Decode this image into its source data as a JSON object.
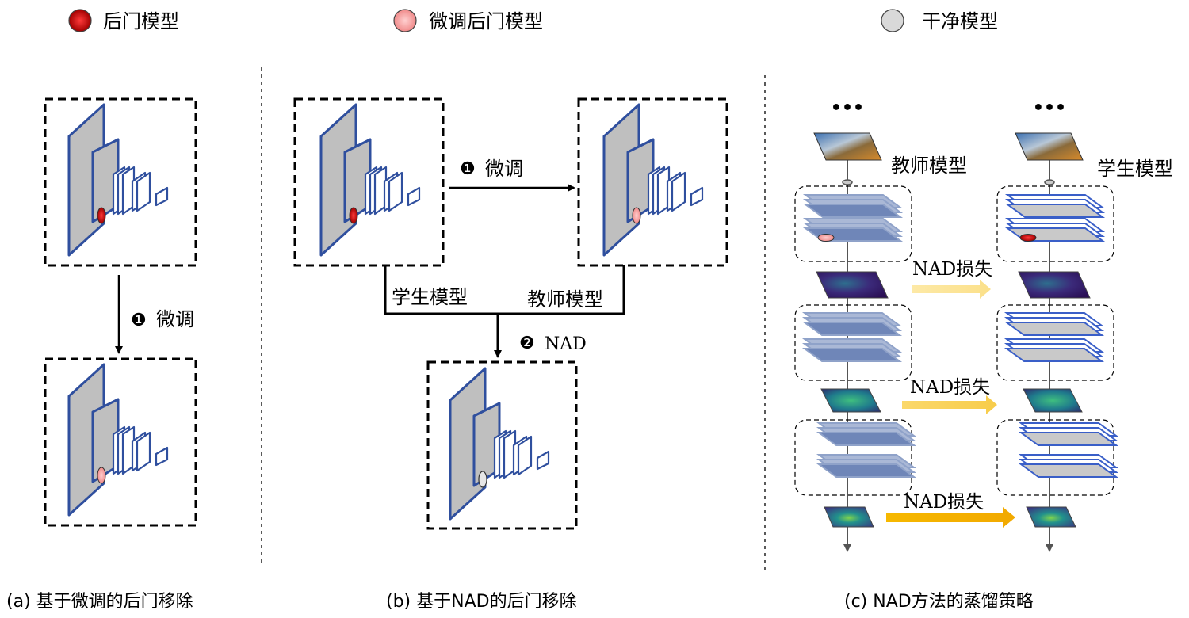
{
  "legend": {
    "backdoor_model": "后门模型",
    "finetuned_backdoor_model": "微调后门模型",
    "clean_model": "干净模型",
    "colors": {
      "backdoor": "#c8102e",
      "finetuned": "#f4a3a3",
      "clean": "#d9d9d9"
    }
  },
  "panel_a": {
    "step1_marker": "❶",
    "step1_label": "微调",
    "caption": "(a) 基于微调的后门移除"
  },
  "panel_b": {
    "step1_marker": "❶",
    "step1_label": "微调",
    "student_label": "学生模型",
    "teacher_label": "教师模型",
    "step2_marker": "❷",
    "step2_label": "NAD",
    "caption": "(b) 基于NAD的后门移除"
  },
  "panel_c": {
    "ellipsis": "•••",
    "teacher_label": "教师模型",
    "student_label": "学生模型",
    "loss_label_1": "NAD损失",
    "loss_label_2": "NAD损失",
    "loss_label_3": "NAD损失",
    "caption": "(c) NAD方法的蒸馏策略"
  },
  "colors": {
    "network_blue": "#2f4f9e",
    "layer_gray": "#bfbfbf",
    "arrow_yellow": "#f2b800"
  }
}
